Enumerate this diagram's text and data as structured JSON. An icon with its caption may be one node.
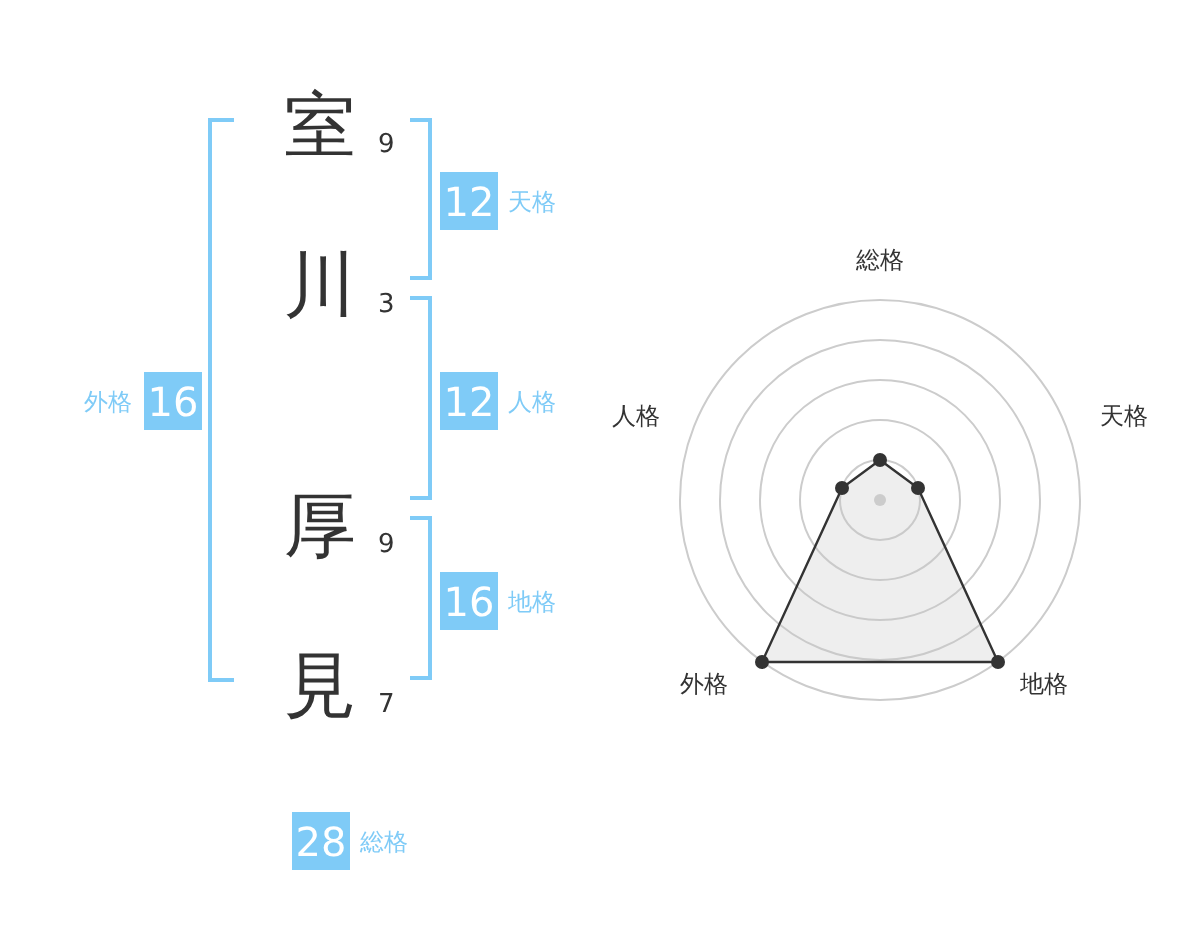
{
  "diagram": {
    "nodes": [
      {
        "text": [
          "12"
        ],
        "beside": [
          "天格"
        ]
      },
      {
        "text": [
          "16"
        ],
        "beside": [
          "外格"
        ]
      },
      {
        "text": [
          "12"
        ],
        "beside": [
          "人格"
        ]
      },
      {
        "text": [
          "16"
        ],
        "beside": [
          "地格"
        ]
      },
      {
        "text": [
          "28"
        ],
        "beside": [
          "総格"
        ]
      }
    ],
    "labels": [
      "室",
      "9",
      "川",
      "3",
      "厚",
      "9",
      "見",
      "7",
      "総格",
      "人格",
      "天格",
      "外格",
      "地格"
    ]
  }
}
